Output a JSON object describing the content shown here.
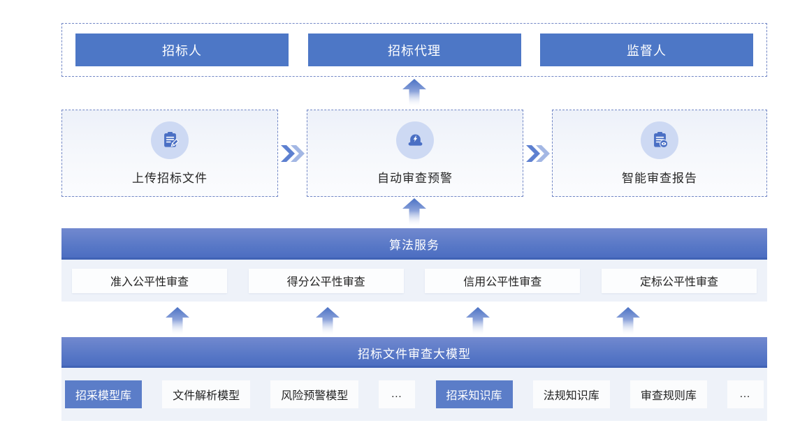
{
  "colors": {
    "primary_button": "#4d77c6",
    "bar_gradient_top": "#7289cf",
    "bar_gradient_bottom": "#4a6cc0",
    "active_chip": "#5b7dc8",
    "dashed_border": "#7186c5",
    "section_bg": "#eef2f9",
    "icon_circle_bg": "#cdd9f3",
    "icon_glyph": "#4a6fc4",
    "chevron_dark": "#5d80d0",
    "chevron_light": "#a3b7e4"
  },
  "stakeholders": {
    "items": [
      {
        "label": "招标人"
      },
      {
        "label": "招标代理"
      },
      {
        "label": "监督人"
      }
    ]
  },
  "process": {
    "steps": [
      {
        "label": "上传招标文件",
        "icon": "clipboard-edit-icon"
      },
      {
        "label": "自动审查预警",
        "icon": "alarm-lightning-icon"
      },
      {
        "label": "智能审查报告",
        "icon": "report-eye-icon"
      }
    ]
  },
  "algorithm": {
    "title": "算法服务",
    "services": [
      {
        "label": "准入公平性审查"
      },
      {
        "label": "得分公平性审查"
      },
      {
        "label": "信用公平性审查"
      },
      {
        "label": "定标公平性审查"
      }
    ]
  },
  "model": {
    "title": "招标文件审查大模型",
    "libraries": [
      {
        "label": "招采模型库",
        "active": true
      },
      {
        "label": "文件解析模型",
        "active": false
      },
      {
        "label": "风险预警模型",
        "active": false
      },
      {
        "label": "…",
        "active": false
      },
      {
        "label": "招采知识库",
        "active": true
      },
      {
        "label": "法规知识库",
        "active": false
      },
      {
        "label": "审查规则库",
        "active": false
      },
      {
        "label": "…",
        "active": false
      }
    ]
  }
}
